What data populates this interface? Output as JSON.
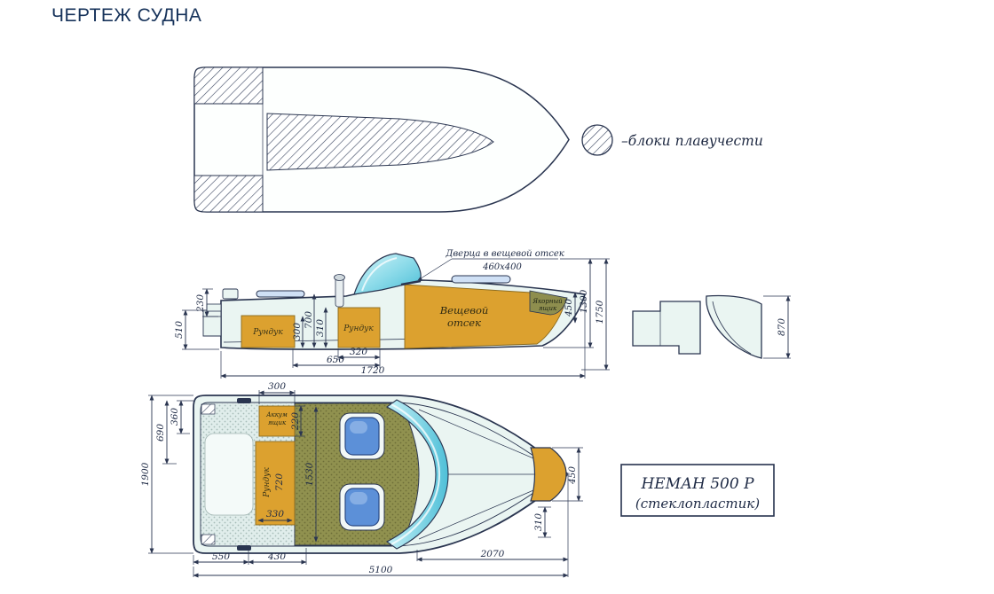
{
  "title": "ЧЕРТЕЖ СУДНА",
  "legend": {
    "label": "–блоки плавучести"
  },
  "side_view": {
    "door_note": "Дверца в вещевой отсек",
    "door_size": "460x400",
    "runduk_left": "Рундук",
    "runduk_mid": "Рундук",
    "stowage_line1": "Вещевой",
    "stowage_line2": "отсек",
    "anchor_line1": "Якорный",
    "anchor_line2": "ящик",
    "dims": {
      "h230": "230",
      "h510": "510",
      "h300": "300",
      "h700": "700",
      "h310": "310",
      "w650": "650",
      "w320": "320",
      "w1720": "1720",
      "h1300": "1300",
      "h1750": "1750",
      "h450": "450"
    }
  },
  "section_view": {
    "dims": {
      "h870": "870"
    }
  },
  "plan_view": {
    "akkum_line1": "Аккум",
    "akkum_line2": "ящик",
    "runduk": "Рундук",
    "dims": {
      "w300": "300",
      "h220": "220",
      "h360": "360",
      "h690": "690",
      "h1900": "1900",
      "h720": "720",
      "h1530": "1530",
      "w330": "330",
      "w550": "550",
      "w430": "430",
      "w5100": "5100",
      "w2070": "2070",
      "w310": "310",
      "h450": "450"
    }
  },
  "model_box": {
    "line1": "НЕМАН 500 Р",
    "line2": "(стеклопластик)"
  }
}
